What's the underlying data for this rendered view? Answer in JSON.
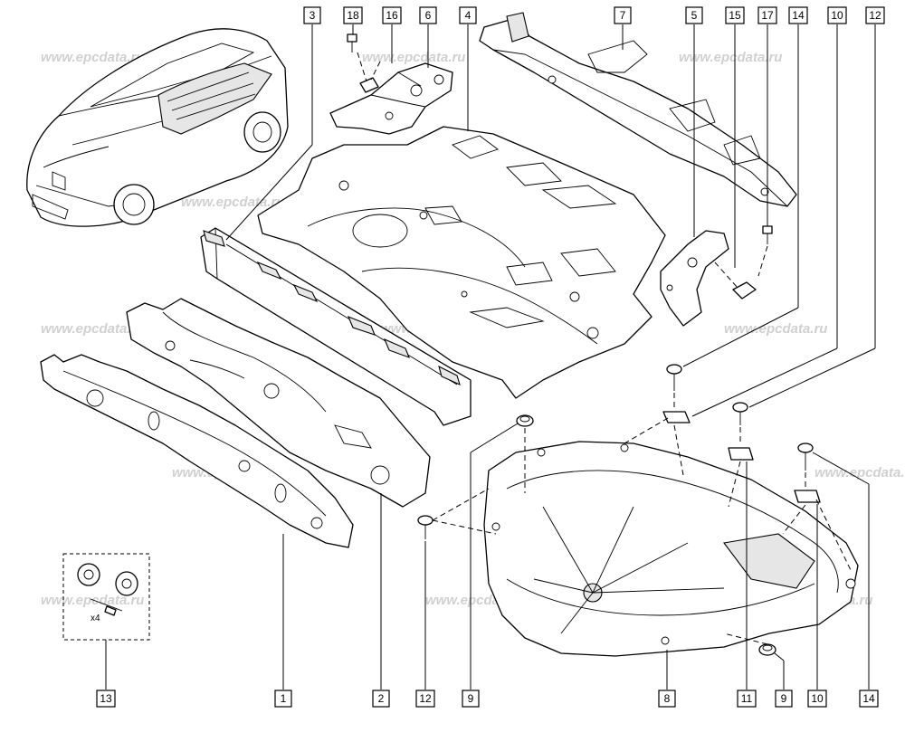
{
  "watermark_text": "www.epcdata.ru",
  "kit_quantity": "x4",
  "callouts": {
    "c1": "1",
    "c2": "2",
    "c3": "3",
    "c4": "4",
    "c5": "5",
    "c6": "6",
    "c7": "7",
    "c8": "8",
    "c9a": "9",
    "c9b": "9",
    "c10a": "10",
    "c10b": "10",
    "c11": "11",
    "c12a": "12",
    "c12b": "12",
    "c13": "13",
    "c14a": "14",
    "c14b": "14",
    "c15": "15",
    "c16": "16",
    "c17": "17",
    "c18": "18"
  }
}
